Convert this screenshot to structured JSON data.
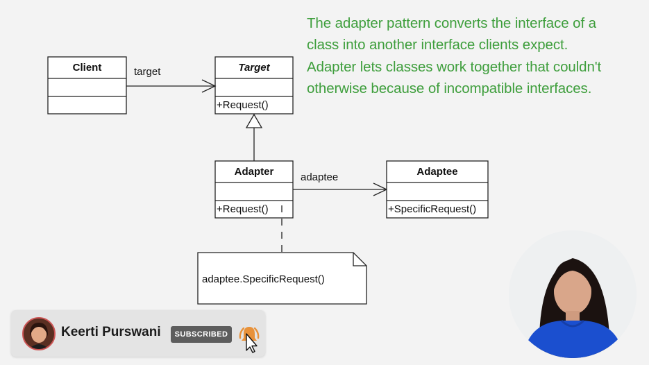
{
  "description": {
    "lines": [
      "The adapter pattern converts the interface of a",
      "class into another interface clients expect.",
      "Adapter lets classes work together that couldn't",
      "otherwise because of incompatible interfaces."
    ]
  },
  "diagram": {
    "client": {
      "name": "Client"
    },
    "target": {
      "name": "Target",
      "method": "+Request()"
    },
    "adapter": {
      "name": "Adapter",
      "method": "+Request()"
    },
    "adaptee": {
      "name": "Adaptee",
      "method": "+SpecificRequest()"
    },
    "assoc_target_label": "target",
    "assoc_adaptee_label": "adaptee",
    "note_text": "adaptee.SpecificRequest()"
  },
  "subscription": {
    "channel_name": "Keerti Purswani",
    "button_label": "SUBSCRIBED"
  },
  "icons": {
    "bell": "bell-icon",
    "cursor": "cursor-icon"
  },
  "colors": {
    "description_text": "#3e9e3c",
    "subscribed_button": "#5d5d5d",
    "bell": "#e8923a"
  }
}
